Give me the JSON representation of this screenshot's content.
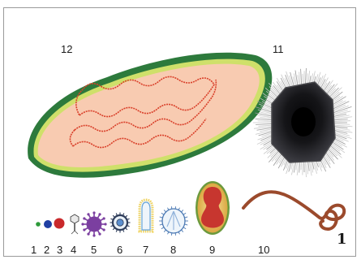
{
  "figure": {
    "plate_number": "1",
    "colors": {
      "bacterium_body": "#f8cbb1",
      "bacterium_wall_outer": "#2d7a3c",
      "bacterium_wall_inner": "#cfe06a",
      "bacterium_genome": "#d9402a",
      "mimivirus_capsid": "#1e1e22",
      "mimivirus_fibers": "#c9c9c9",
      "poxvirus_body": "#e2b33c",
      "poxvirus_core": "#c7362f",
      "ebola_filament": "#9b4a2c",
      "herpes_spike": "#7b3fa0"
    },
    "items": [
      {
        "number": "1",
        "shape": "small-sphere"
      },
      {
        "number": "2",
        "shape": "small-sphere"
      },
      {
        "number": "3",
        "shape": "small-sphere"
      },
      {
        "number": "4",
        "shape": "phage"
      },
      {
        "number": "5",
        "shape": "spiked-sphere"
      },
      {
        "number": "6",
        "shape": "spiked-ring"
      },
      {
        "number": "7",
        "shape": "bullet"
      },
      {
        "number": "8",
        "shape": "spiked-oval"
      },
      {
        "number": "9",
        "shape": "poxvirus"
      },
      {
        "number": "10",
        "shape": "filament"
      },
      {
        "number": "11",
        "shape": "mimivirus"
      },
      {
        "number": "12",
        "shape": "bacterium"
      }
    ]
  }
}
